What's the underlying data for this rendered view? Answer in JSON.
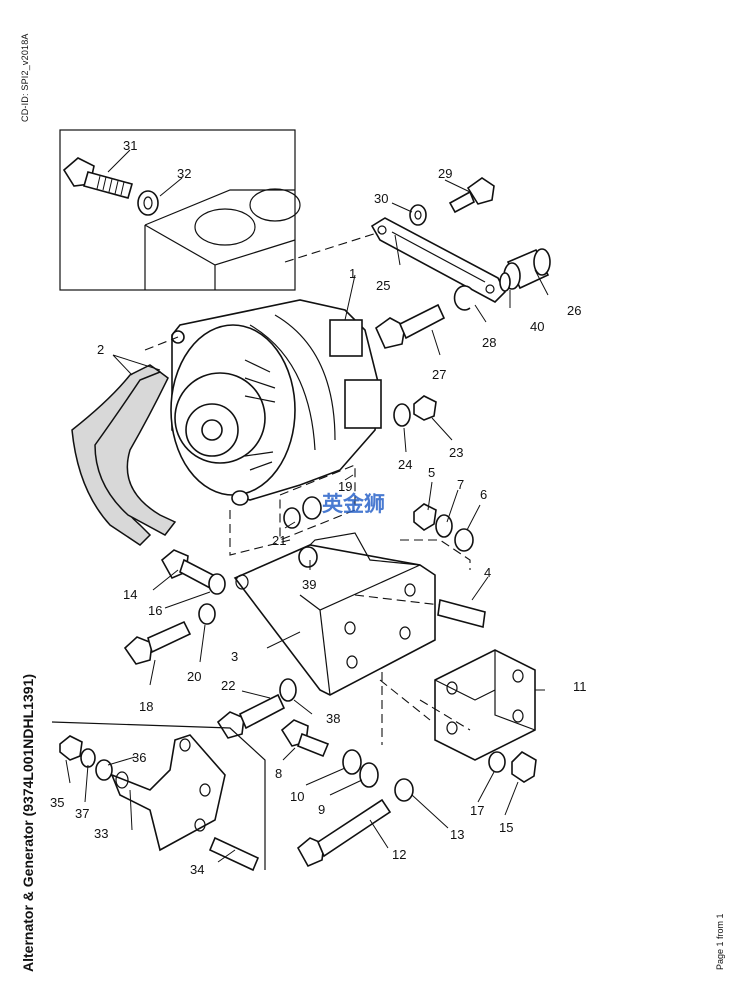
{
  "side_labels": {
    "cd_id": "CD-ID: SPI2_v2018A",
    "title": "Alternator & Generator (9374L001NDHL1391)",
    "page": "Page 1 from 1"
  },
  "watermark": "英金狮",
  "callouts": [
    {
      "id": "c1",
      "text": "1"
    },
    {
      "id": "c2",
      "text": "2"
    },
    {
      "id": "c3",
      "text": "3"
    },
    {
      "id": "c4",
      "text": "4"
    },
    {
      "id": "c5",
      "text": "5"
    },
    {
      "id": "c6",
      "text": "6"
    },
    {
      "id": "c7",
      "text": "7"
    },
    {
      "id": "c8",
      "text": "8"
    },
    {
      "id": "c9",
      "text": "9"
    },
    {
      "id": "c10",
      "text": "10"
    },
    {
      "id": "c11",
      "text": "11"
    },
    {
      "id": "c12",
      "text": "12"
    },
    {
      "id": "c13",
      "text": "13"
    },
    {
      "id": "c14",
      "text": "14"
    },
    {
      "id": "c15",
      "text": "15"
    },
    {
      "id": "c16",
      "text": "16"
    },
    {
      "id": "c17",
      "text": "17"
    },
    {
      "id": "c18",
      "text": "18"
    },
    {
      "id": "c19",
      "text": "19"
    },
    {
      "id": "c20",
      "text": "20"
    },
    {
      "id": "c21",
      "text": "21"
    },
    {
      "id": "c22",
      "text": "22"
    },
    {
      "id": "c23",
      "text": "23"
    },
    {
      "id": "c24",
      "text": "24"
    },
    {
      "id": "c25",
      "text": "25"
    },
    {
      "id": "c26",
      "text": "26"
    },
    {
      "id": "c27",
      "text": "27"
    },
    {
      "id": "c28",
      "text": "28"
    },
    {
      "id": "c29",
      "text": "29"
    },
    {
      "id": "c30",
      "text": "30"
    },
    {
      "id": "c31",
      "text": "31"
    },
    {
      "id": "c32",
      "text": "32"
    },
    {
      "id": "c33",
      "text": "33"
    },
    {
      "id": "c34",
      "text": "34"
    },
    {
      "id": "c35",
      "text": "35"
    },
    {
      "id": "c36",
      "text": "36"
    },
    {
      "id": "c37",
      "text": "37"
    },
    {
      "id": "c38",
      "text": "38"
    },
    {
      "id": "c39",
      "text": "39"
    },
    {
      "id": "c40",
      "text": "40"
    }
  ]
}
